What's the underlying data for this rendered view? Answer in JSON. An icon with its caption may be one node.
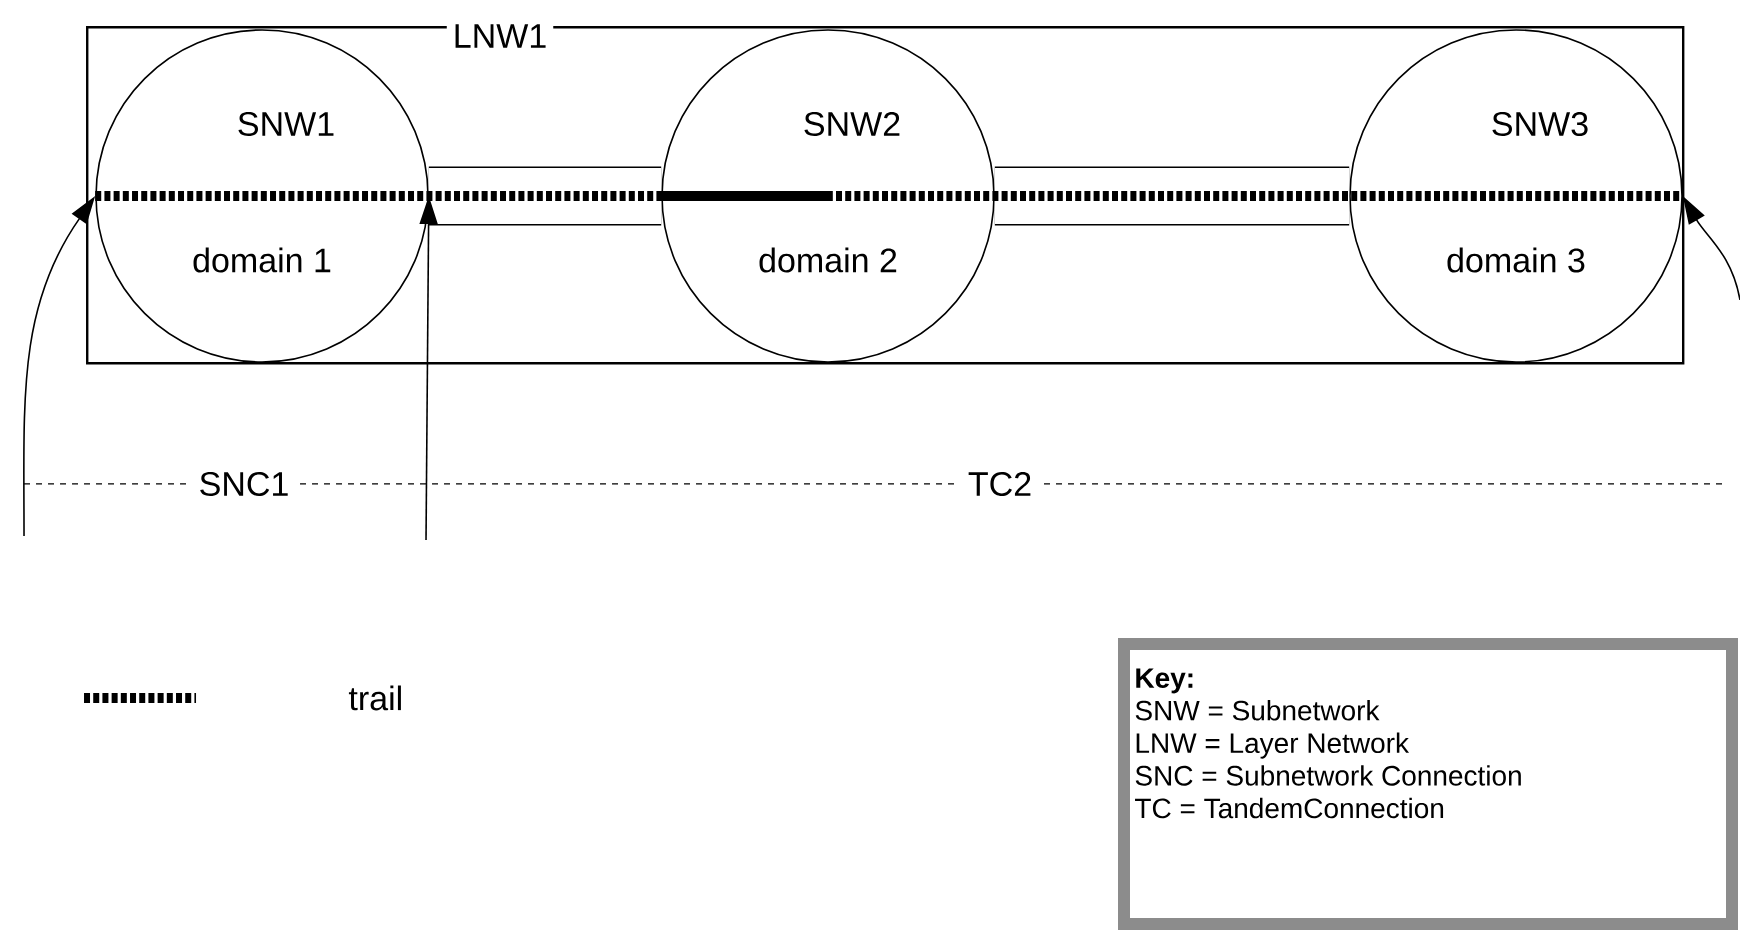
{
  "diagram": {
    "nodes": [
      {
        "text": [
          "LNW1"
        ]
      },
      {
        "text": [
          "SNW1",
          "domain 1"
        ],
        "in": 0
      },
      {
        "text": [
          "SNW2",
          "domain 2"
        ],
        "in": 0
      },
      {
        "text": [
          "SNW3",
          "domain 3"
        ],
        "in": 0
      },
      {
        "text": [
          "Key:",
          "SNW = Subnetwork",
          "LNW = Layer Network",
          "SNC = Subnetwork Connection",
          "TC = TandemConnection"
        ]
      }
    ],
    "edges": [
      {
        "from": 1,
        "to": 2,
        "arrow": "none",
        "style": "thick"
      },
      {
        "from": 2,
        "to": 3,
        "arrow": "none",
        "style": "thick"
      },
      {
        "from": 1,
        "to": 2,
        "arrow": "none",
        "style": "dashed"
      },
      {
        "from": 2,
        "to": 3,
        "arrow": "none",
        "style": "dashed"
      },
      {
        "from": null,
        "to": 1,
        "arrow": "to"
      },
      {
        "from": null,
        "to": 1,
        "arrow": "to"
      },
      {
        "from": null,
        "to": 3,
        "arrow": "to"
      }
    ],
    "labels": [
      "SNC1",
      "TC2"
    ],
    "legend": [
      {
        "text": "trail"
      }
    ]
  }
}
